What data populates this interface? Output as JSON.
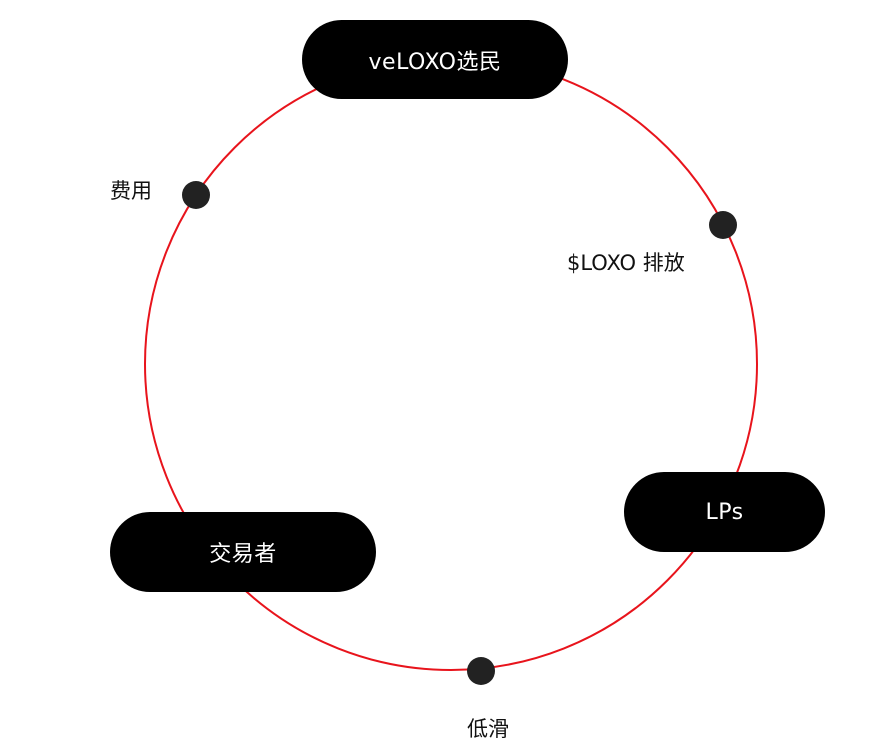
{
  "nodes": {
    "voters": "veLOXO选民",
    "lps": "LPs",
    "traders": "交易者"
  },
  "edges": {
    "fees": "费用",
    "emissions": "$LOXO 排放",
    "low_slippage": "低滑"
  },
  "colors": {
    "ring": "#e8141c",
    "node_fill": "#000000",
    "dot_fill": "#222222"
  }
}
